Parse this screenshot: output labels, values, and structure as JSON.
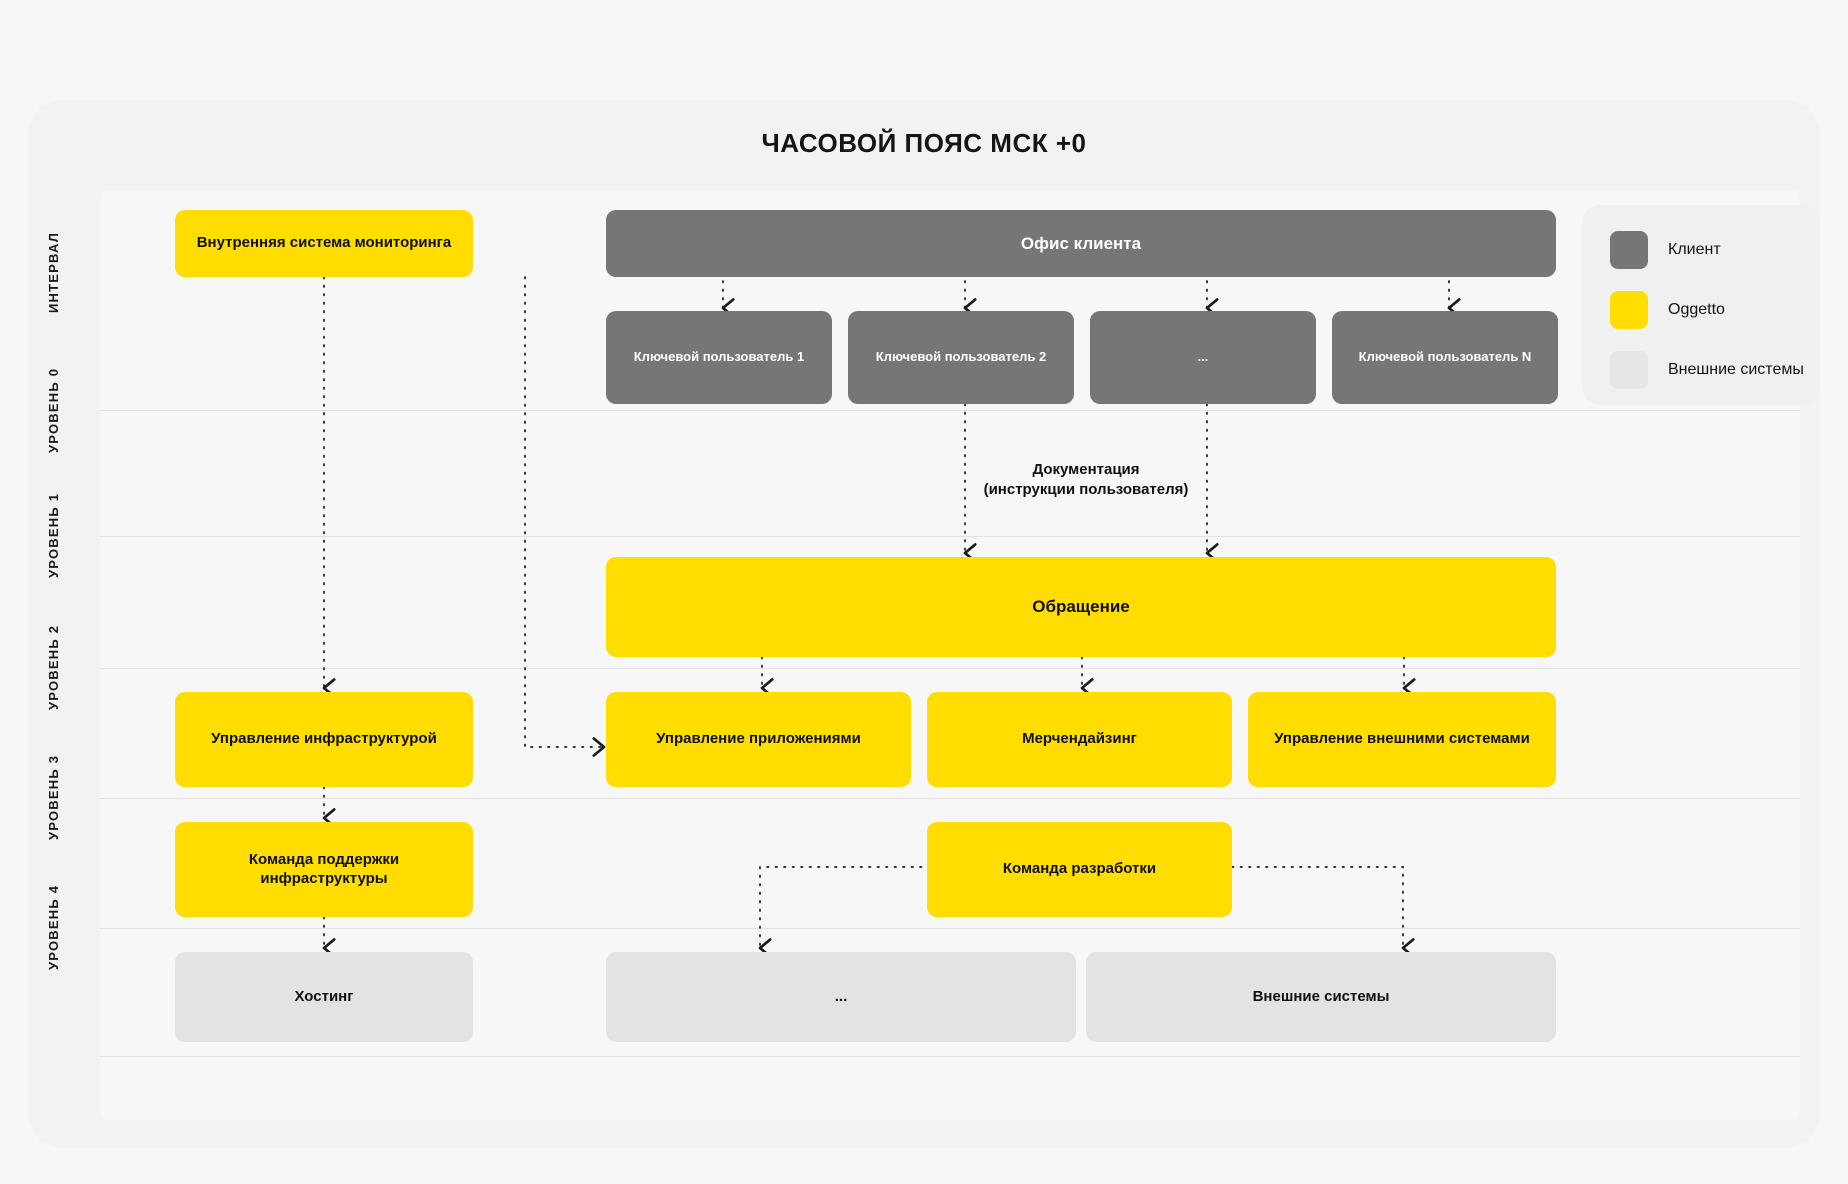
{
  "diagram": {
    "title": "ЧАСОВОЙ ПОЯС МСК +0",
    "axis": {
      "interval": "ИНТЕРВАЛ",
      "level0": "УРОВЕНЬ 0",
      "level1": "УРОВЕНЬ 1",
      "level2": "УРОВЕНЬ 2",
      "level3": "УРОВЕНЬ 3",
      "level4": "УРОВЕНЬ 4"
    },
    "nodes": {
      "monitoring": "Внутренняя система мониторинга",
      "client_office": "Офис клиента",
      "key_user_1": "Ключевой пользователь 1",
      "key_user_2": "Ключевой пользователь 2",
      "key_user_more": "...",
      "key_user_n": "Ключевой пользователь N",
      "documentation": "Документация\n(инструкции пользователя)",
      "documentation_line1": "Документация",
      "documentation_line2": "(инструкции пользователя)",
      "request": "Обращение",
      "infra_management": "Управление инфраструктурой",
      "app_management": "Управление приложениями",
      "merchandising": "Мерчендайзинг",
      "external_management": "Управление внешними системами",
      "infra_support_team": "Команда поддержки инфраструктуры",
      "dev_team": "Команда разработки",
      "hosting": "Хостинг",
      "ext_more": "...",
      "external_systems": "Внешние системы"
    },
    "legend": {
      "items": [
        {
          "label": "Клиент",
          "color": "#767676"
        },
        {
          "label": "Oggetto",
          "color": "#ffdd00"
        },
        {
          "label": "Внешние системы",
          "color": "#e6e6e6"
        }
      ]
    },
    "colors": {
      "client": "#767676",
      "oggetto": "#ffdd00",
      "external": "#e3e3e3",
      "page_bg": "#f7f7f7",
      "card_bg": "#f2f2f2",
      "separator": "#e2e2e2"
    }
  }
}
